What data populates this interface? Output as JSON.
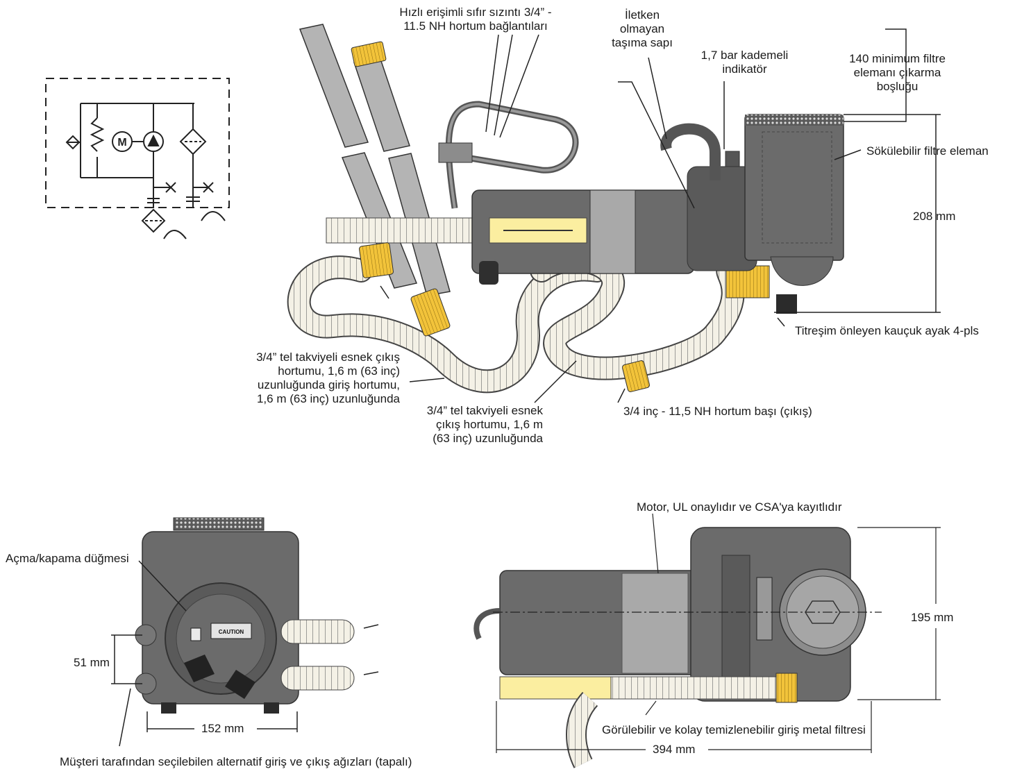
{
  "labels": {
    "hose_connections": [
      "Hızlı erişimli sıfır sızıntı 3/4” -",
      "11.5 NH hortum bağlantıları"
    ],
    "handle": [
      "İletken",
      "olmayan",
      "taşıma sapı"
    ],
    "indicator": [
      "1,7 bar kademeli",
      "indikatör"
    ],
    "clearance": [
      "140 minimum filtre",
      "elemanı  çıkarma",
      "boşluğu"
    ],
    "filter_element": "Sökülebilir filtre  eleman",
    "dim_208": "208 mm",
    "rubber_feet": "Titreşim önleyen kauçuk ayak 4-pls",
    "outlet_hose_left": [
      "3/4” tel takviyeli esnek çıkış",
      "hortumu, 1,6 m (63 inç)",
      "uzunluğunda giriş hortumu,",
      "1,6 m (63 inç) uzunluğunda"
    ],
    "outlet_hose_mid": [
      "3/4” tel takviyeli esnek",
      "çıkış hortumu, 1,6 m",
      "(63 inç) uzunluğunda"
    ],
    "hose_head": "3/4 inç - 11,5 NH hortum başı (çıkış)",
    "motor": "Motor, UL onaylıdır ve CSA'ya kayıtlıdır",
    "switch": "Açma/kapama düğmesi",
    "dim_51": "51 mm",
    "dim_152": "152 mm",
    "ports": "Müşteri tarafından seçilebilen alternatif giriş ve çıkış ağızları (tapalı)",
    "dim_195": "195 mm",
    "strainer": "Görülebilir ve kolay temizlenebilir giriş metal filtresi",
    "dim_394": "394 mm",
    "schematic_motor": "M",
    "caution_plate": "CAUTION"
  },
  "colors": {
    "body": "#6b6b6b",
    "body_dark": "#4a4a4a",
    "body_light": "#8c8c8c",
    "band": "#a9a9a9",
    "brass": "#f2c33a",
    "pale_yellow": "#fbeea0",
    "hose": "#f4f1e6",
    "line": "#222222"
  }
}
